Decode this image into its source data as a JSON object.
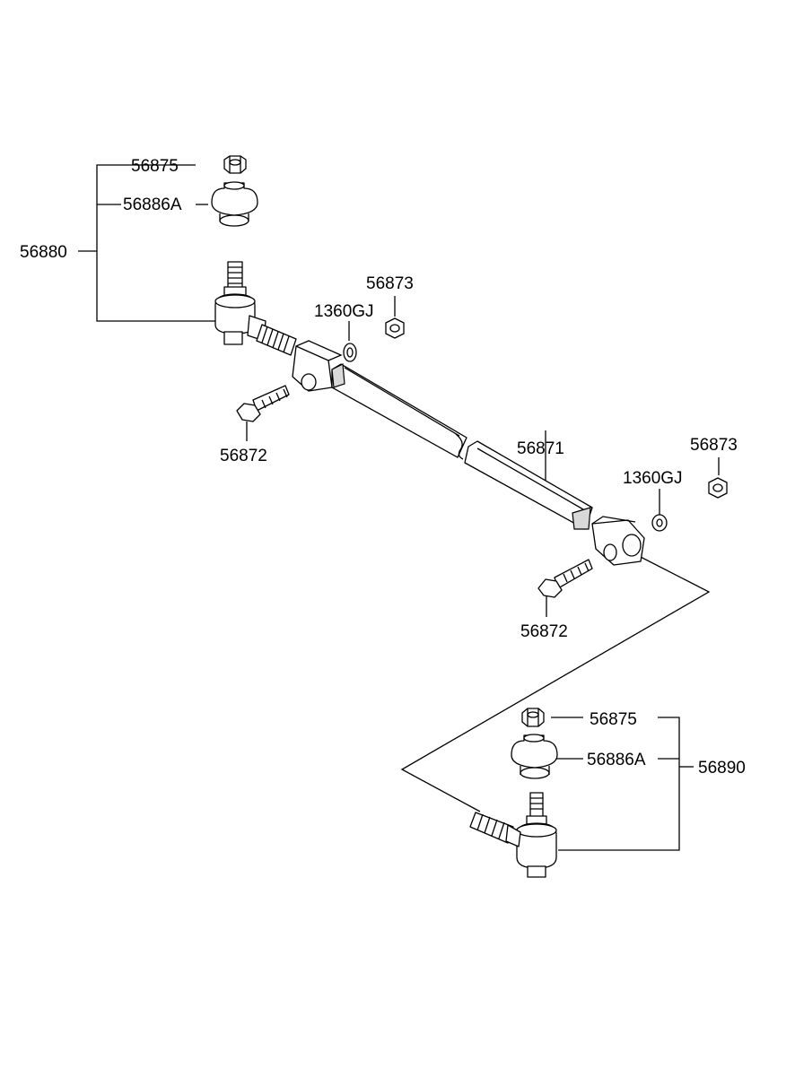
{
  "labels": {
    "l56875_top": "56875",
    "l56886a_top": "56886A",
    "l56880": "56880",
    "l56873_a": "56873",
    "l1360gj_a": "1360GJ",
    "l56872_a": "56872",
    "l56871": "56871",
    "l1360gj_b": "1360GJ",
    "l56873_b": "56873",
    "l56872_b": "56872",
    "l56875_bot": "56875",
    "l56886a_bot": "56886A",
    "l56890": "56890"
  }
}
